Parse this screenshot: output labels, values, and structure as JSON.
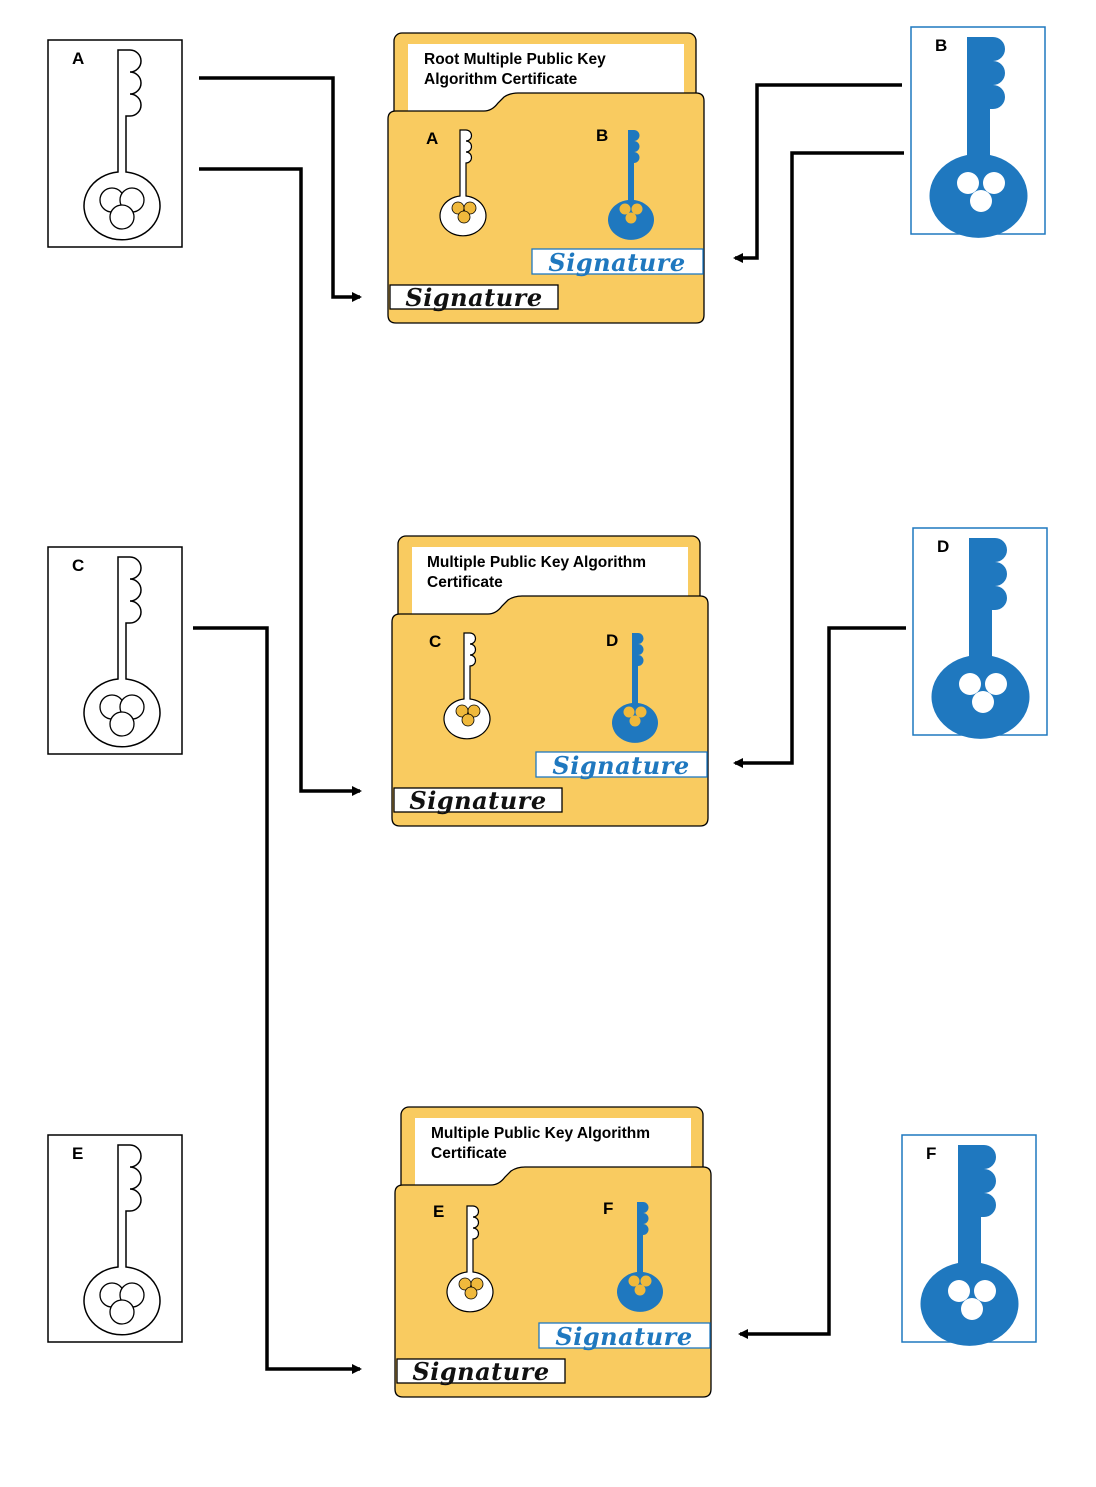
{
  "colors": {
    "folder_fill": "#F9CB60",
    "blue_key": "#1F78BF",
    "yellow_key_hole": "#F0B93C",
    "line": "#000000",
    "signature_black": "#111111",
    "signature_blue": "#1F78BF"
  },
  "signature_text": "Signature",
  "left_keys": [
    {
      "label": "A"
    },
    {
      "label": "C"
    },
    {
      "label": "E"
    }
  ],
  "right_keys": [
    {
      "label": "B"
    },
    {
      "label": "D"
    },
    {
      "label": "F"
    }
  ],
  "certificates": [
    {
      "title_line1": "Root Multiple Public Key",
      "title_line2": "Algorithm Certificate",
      "key_left_label": "A",
      "key_right_label": "B"
    },
    {
      "title_line1": "Multiple Public Key Algorithm",
      "title_line2": "Certificate",
      "key_left_label": "C",
      "key_right_label": "D"
    },
    {
      "title_line1": "Multiple Public Key Algorithm",
      "title_line2": "Certificate",
      "key_left_label": "E",
      "key_right_label": "F"
    }
  ]
}
